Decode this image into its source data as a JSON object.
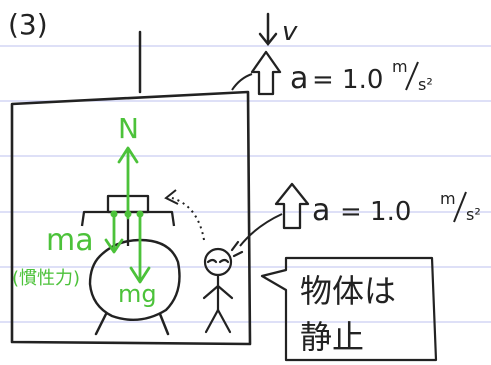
{
  "problem_label": "(3)",
  "velocity_label": "v",
  "elevator_accel": {
    "symbol": "a",
    "text": "= 1.0",
    "unit_num": "m",
    "unit_den": "s²"
  },
  "observer_accel": {
    "symbol": "a",
    "text": "= 1.0",
    "unit_num": "m",
    "unit_den": "s²"
  },
  "forces": {
    "normal": "N",
    "inertial": "ma",
    "inertial_note": "(慣性力)",
    "gravity": "mg"
  },
  "note": {
    "line1": "物体は",
    "line2": "静止"
  },
  "colors": {
    "ink": "#222222",
    "force": "#4cc23a",
    "ruled_line": "#c9cdf2"
  }
}
